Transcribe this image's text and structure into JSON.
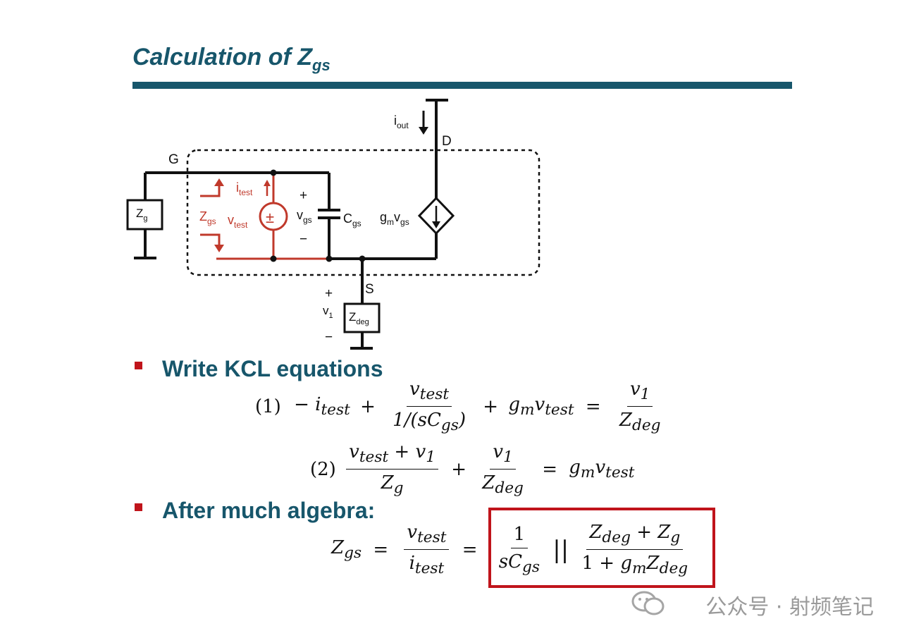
{
  "slide": {
    "title_main": "Calculation of Z",
    "title_sub": "gs"
  },
  "circuit": {
    "node_G": "G",
    "node_D": "D",
    "node_S": "S",
    "iout_main": "i",
    "iout_sub": "out",
    "zg_main": "Z",
    "zg_sub": "g",
    "zgs_main": "Z",
    "zgs_sub": "gs",
    "itest_main": "i",
    "itest_sub": "test",
    "vtest_main": "v",
    "vtest_sub": "test",
    "vgs_main": "v",
    "vgs_sub": "gs",
    "cgs_main": "C",
    "cgs_sub": "gs",
    "gm_main": "g",
    "gm_sub": "m",
    "gm_v": "v",
    "gm_vsub": "gs",
    "zdeg_main": "Z",
    "zdeg_sub": "deg",
    "v1_main": "v",
    "v1_sub": "1",
    "plus": "+",
    "minus": "−",
    "source_symbol": "±"
  },
  "bullets": [
    {
      "text": "Write KCL equations"
    },
    {
      "text": "After much algebra:"
    }
  ],
  "equations": {
    "eq1_label": "(1)",
    "eq1_lhs_a": "− i",
    "eq1_lhs_a_sub": "test",
    "eq1_plus": "+",
    "eq1_frac_num": "v",
    "eq1_frac_num_sub": "test",
    "eq1_frac_den": "1/(sC",
    "eq1_frac_den_sub": "gs",
    "eq1_frac_den_end": ")",
    "eq1_plus2": "+",
    "eq1_gm": "g",
    "eq1_gm_sub": "m",
    "eq1_gm_v": "v",
    "eq1_gm_vsub": "test",
    "eq1_eq": "=",
    "eq1_rhs_num": "v",
    "eq1_rhs_num_sub": "1",
    "eq1_rhs_den": "Z",
    "eq1_rhs_den_sub": "deg",
    "eq2_label": "(2)",
    "eq2_num_a": "v",
    "eq2_num_a_sub": "test",
    "eq2_num_plus": "+",
    "eq2_num_b": "v",
    "eq2_num_b_sub": "1",
    "eq2_den": "Z",
    "eq2_den_sub": "g",
    "eq2_plus": "+",
    "eq2_f2_num": "v",
    "eq2_f2_num_sub": "1",
    "eq2_f2_den": "Z",
    "eq2_f2_den_sub": "deg",
    "eq2_eq": "=",
    "eq2_rhs": "g",
    "eq2_rhs_sub": "m",
    "eq2_rhs_v": "v",
    "eq2_rhs_vsub": "test",
    "res_lhs": "Z",
    "res_lhs_sub": "gs",
    "res_eq": "=",
    "res_f_num": "v",
    "res_f_num_sub": "test",
    "res_f_den": "i",
    "res_f_den_sub": "test",
    "res_eq2": "=",
    "res_a_num": "1",
    "res_a_den": "sC",
    "res_a_den_sub": "gs",
    "res_parallel": "||",
    "res_b_num_a": "Z",
    "res_b_num_a_sub": "deg",
    "res_b_num_plus": "+",
    "res_b_num_b": "Z",
    "res_b_num_b_sub": "g",
    "res_b_den_a": "1 +",
    "res_b_den_gm": "g",
    "res_b_den_gm_sub": "m",
    "res_b_den_z": "Z",
    "res_b_den_z_sub": "deg"
  },
  "watermark": {
    "text": "公众号 · 射频笔记"
  }
}
